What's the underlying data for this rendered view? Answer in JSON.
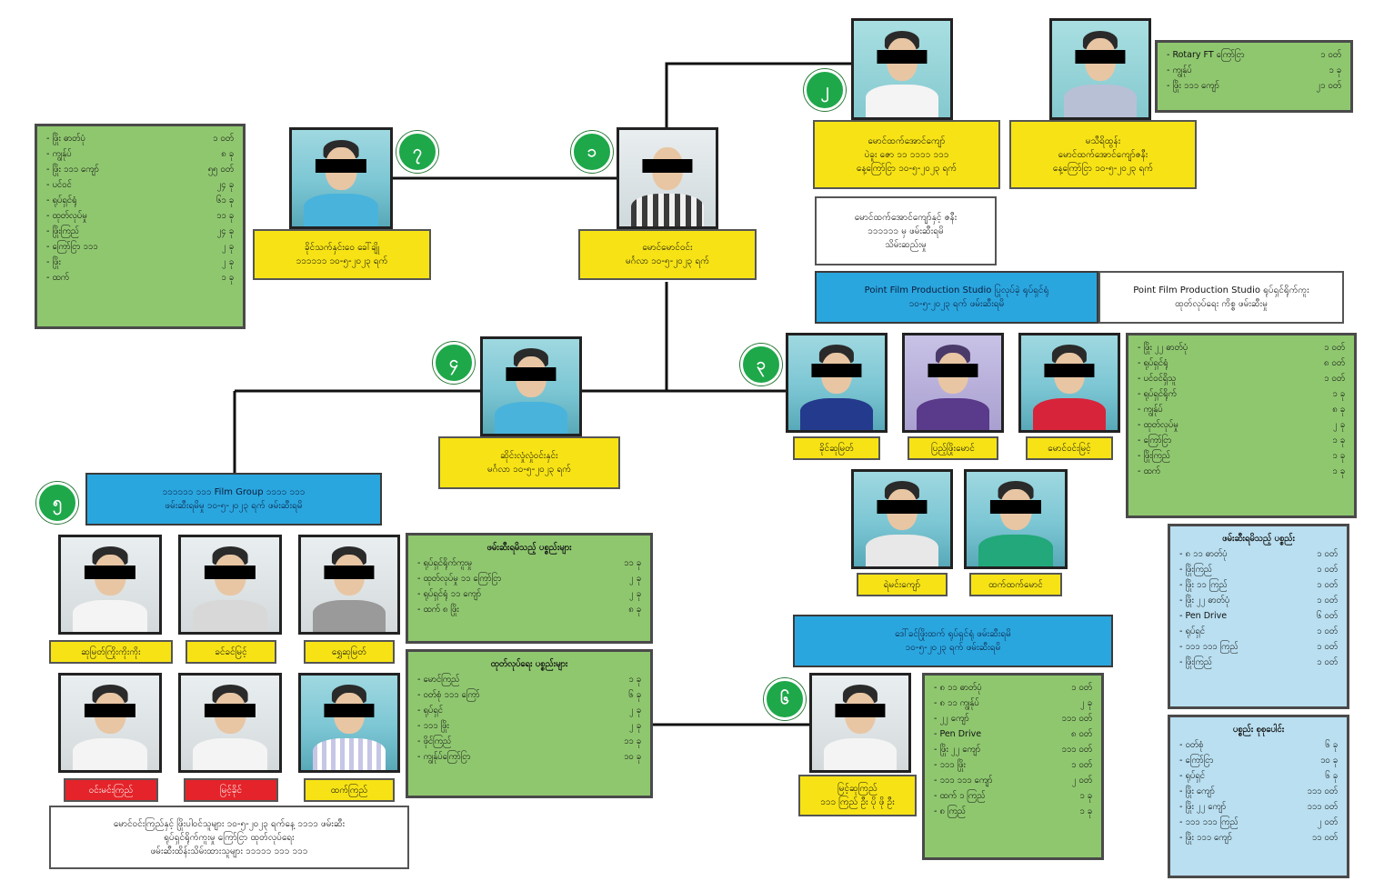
{
  "badges": {
    "b1": "၁",
    "b2": "၂",
    "b3": "၃",
    "b4": "၄",
    "b5": "၅",
    "b6": "၆",
    "b7": "၇"
  },
  "colors": {
    "yellow": "#f7e315",
    "green": "#8fc76f",
    "blue": "#2aa6df",
    "light_blue": "#b9dff0",
    "red": "#e4242a",
    "badge": "#1ea84a"
  },
  "center": {
    "name": "မောင်မောင်ဝင်း",
    "line2": "မင်္ဂလာ ၁၀-၅-၂၀၂၃ ရက်"
  },
  "left_person": {
    "name": "ခိုင်သက်နှင်းဝေ ခေါ်ချို",
    "line2": "၁၁၁၁၁၁ ၁၀-၅-၂၀၂၃ ရက်"
  },
  "top_left": {
    "name": "မောင်ထက်အောင်ကျော်",
    "line2": "ပဲခူး ဇော ၁၁ ၁၁၁၁ ၁၁၁",
    "line3": "နေ့ကြော်ငြာ ၁၀-၅-၂၀၂၃ ရက်"
  },
  "top_right": {
    "name": "မသီရိထွန်း",
    "line2": "မောင်ထက်အောင်ကျော်ဇနီး",
    "line3": "နေ့ကြော်ငြာ ၁၀-၅-၂၀၂၃ ရက်"
  },
  "white_note_top": {
    "l1": "မောင်ထက်အောင်ကျော်နှင့် ဇနီး",
    "l2": "၁၁၁၁၁၁ မှ ဖမ်းဆီးရမိ",
    "l3": "သိမ်းဆည်းမှု"
  },
  "blue_studio": {
    "l1": "Point Film Production Studio ပြုလုပ်ခဲ့ ရုပ်ရှင်ရုံ",
    "l2": "၁၀-၅-၂၀၂၃ ရက် ဖမ်းဆီးရမိ"
  },
  "white_studio": {
    "l1": "Point Film Production Studio ရုပ်ရှင်ရိုက်ကူး",
    "l2": "ထုတ်လုပ်ရေး ကိစ္စ ဖမ်းဆီးမှု"
  },
  "fourth_person": {
    "name": "ဆိုင်းလှုံလှုံဝင်းနှင်း",
    "line2": "မင်္ဂလာ ၁၀-၅-၂၀၂၃ ရက်"
  },
  "blue_group5": {
    "l1": "၁၁၁၁၁၁ ၁၁၁ Film Group ၁၁၁၁ ၁၁၁",
    "l2": "ဖမ်းဆီးရမိမှု ၁၀-၅-၂၀၂၃ ရက် ဖမ်းဆီးရမိ"
  },
  "blue_group6": {
    "l1": "ဒေါ်ခင်ဖြိုးထက် ရုပ်ရှင်ရုံ ဖမ်းဆီးရမိ",
    "l2": "၁၀-၅-၂၀၂၃ ရက် ဖမ်းဆီးရမိ"
  },
  "actors_labels": [
    "ခိုင်ဆုမြတ်",
    "ပြည့်ဖြိုးမောင်",
    "မောင်ဝင်းမြင့်",
    "ရဲမင်းကျော်",
    "ထက်ထက်မောင်"
  ],
  "group5_labels": [
    "ဆုမြတ်ကြိုးကိုးကိုး",
    "ခင်ခင်မြင့်",
    "ရွှေဆုမြတ်",
    "ဝင်းမင်းကြည်",
    "မြင့်ခိုင်",
    "ထက်ကြည်"
  ],
  "person6": {
    "name": "မြင့်ဆုကြည်",
    "line2": "၁၁၁ ကြည် ဦး ပို ဖို ဦး"
  },
  "bottom_note": {
    "l1": "မောင်ဝင်းကြည်နှင့် ဖြိုးပါဝင်သူများ ၁၀-၅-၂၀၂၃ ရက်နေ့ ၁၁၁၁ ဖမ်းဆီး",
    "l2": "ရုပ်ရှင်ရိုက်ကူးမှု ကြော်ငြာ ထုတ်လုပ်ရေး",
    "l3": "ဖမ်းဆီးထိန်းသိမ်းထားသူများ ၁၁၁၁၁ ၁၁၁ ၁၁၁"
  },
  "panel_left": {
    "rows": [
      [
        "ဖြိုး ဓာတ်ပုံ",
        "၁ ဝတ်"
      ],
      [
        "ကျွန်ုပ်",
        "၈ ခု"
      ],
      [
        "ဖြိုး ၁၁၁ ကျော်",
        "၅၅ ဝတ်"
      ],
      [
        "ပင်ဝင်",
        "၂၄ ခု"
      ],
      [
        "ရုပ်ရှင်ရုံ",
        "၆၁ ခု"
      ],
      [
        "ထုတ်လုပ်မှု",
        "၁၁ ခု"
      ],
      [
        "ဖြိုးကြည်",
        "၂၄ ခု"
      ],
      [
        "ကြော်ငြာ ၁၁၁",
        "၂ ခု"
      ],
      [
        "ဖြိုး",
        "၂ ခု"
      ],
      [
        "ထက်",
        "၁ ခု"
      ]
    ]
  },
  "panel_topright": {
    "rows": [
      [
        "Rotary FT ကြော်ငြာ",
        "၁ ဝတ်"
      ],
      [
        "ကျွန်ုပ်",
        "၁ ခု"
      ],
      [
        "ဖြိုး ၁၁၁ ကျော်",
        "၂၁ ဝတ်"
      ]
    ]
  },
  "panel_right_mid": {
    "rows": [
      [
        "ဖြိုး ၂၂ ဓာတ်ပုံ",
        "၁ ဝတ်"
      ],
      [
        "ရုပ်ရှင်ရုံ",
        "၈ ဝတ်"
      ],
      [
        "ပင်ဝင်ရှိသူ",
        "၁ ဝတ်"
      ],
      [
        "ရုပ်ရှင်ရိုက်",
        "၁ ခု"
      ],
      [
        "ကျွန်ုပ်",
        "၈ ခု"
      ],
      [
        "ထုတ်လုပ်မှု",
        "၂ ခု"
      ],
      [
        "ကြော်ငြာ",
        "၁ ခု"
      ],
      [
        "ဖြိုးကြည်",
        "၁ ခု"
      ],
      [
        "ထက်",
        "၁ ခု"
      ]
    ]
  },
  "panel_group5_a": {
    "title": "ဖမ်းဆီးရမိသည့် ပစ္စည်းများ",
    "rows": [
      [
        "ရုပ်ရှင်ရိုက်ကူးမှု",
        "၁၁ ခု"
      ],
      [
        "ထုတ်လုပ်မှု ၁၁ ကြော်ငြာ",
        "၂ ခု"
      ],
      [
        "ရုပ်ရှင်ရုံ ၁၁ ကျော်",
        "၂ ခု"
      ],
      [
        "ထက် ၈ ဖြိုး",
        "၈ ခု"
      ]
    ]
  },
  "panel_group5_b": {
    "title": "ထုတ်လုပ်ရေး ပစ္စည်းများ",
    "rows": [
      [
        "မောင်ကြည်",
        "၁ ခု"
      ],
      [
        "ဝတ်စုံ ၁၁၁ ကြော်",
        "၆ ခု"
      ],
      [
        "ရုပ်ရှင်",
        "၂ ခု"
      ],
      [
        "၁၁၁ ဖြိုး",
        "၂ ခု"
      ],
      [
        "ဖိုင်ကြည်",
        "၁၁ ခု"
      ],
      [
        "ကျွန်ုပ်ကြော်ငြာ",
        "၁၀ ခု"
      ]
    ]
  },
  "panel_p6": {
    "rows": [
      [
        "၈ ၁၁ ဓာတ်ပုံ",
        "၁ ဝတ်"
      ],
      [
        "၈ ၁၁ ကျွန်ုပ်",
        "၂ ခု"
      ],
      [
        "၂၂ ကျော်",
        "၁၁၁ ဝတ်"
      ],
      [
        "Pen Drive",
        "၈ ဝတ်"
      ],
      [
        "ဖြိုး ၂၂ ကျော်",
        "၁၁၁ ဝတ်"
      ],
      [
        "၁၁၁ ဖြိုး",
        "၁ ဝတ်"
      ],
      [
        "၁၁၁ ၁၁၁ ကျော်",
        "၂ ဝတ်"
      ],
      [
        "ထက် ၁ ကြည်",
        "၁ ခု"
      ],
      [
        "၈ ကြည်",
        "၁ ခု"
      ]
    ]
  },
  "panel_lb1": {
    "title": "ဖမ်းဆီးရမိသည့် ပစ္စည်း",
    "rows": [
      [
        "၈ ၁၁ ဓာတ်ပုံ",
        "၁ ဝတ်"
      ],
      [
        "ဖြိုးကြည်",
        "၁ ဝတ်"
      ],
      [
        "ဖြိုး ၁၁ ကြည်",
        "၁ ဝတ်"
      ],
      [
        "ဖြိုး ၂၂ ဓာတ်ပုံ",
        "၁ ဝတ်"
      ],
      [
        "Pen Drive",
        "၆ ဝတ်"
      ],
      [
        "ရုပ်ရှင်",
        "၁ ဝတ်"
      ],
      [
        "၁၁၁ ၁၁၁ ကြည်",
        "၁ ဝတ်"
      ],
      [
        "ဖြိုးကြည်",
        "၁ ဝတ်"
      ]
    ]
  },
  "panel_lb2": {
    "title": "ပစ္စည်း စုစုပေါင်း",
    "rows": [
      [
        "ဝတ်စုံ",
        "၆ ခု"
      ],
      [
        "ကြော်ငြာ",
        "၁၀ ခု"
      ],
      [
        "ရုပ်ရှင်",
        "၆ ခု"
      ],
      [
        "ဖြိုး ကျော်",
        "၁၁၁ ဝတ်"
      ],
      [
        "ဖြိုး ၂၂ ကျော်",
        "၁၁၁ ဝတ်"
      ],
      [
        "၁၁၁ ၁၁၁ ကြည်",
        "၂ ဝတ်"
      ],
      [
        "ဖြိုး ၁၁၁ ကျော်",
        "၁၁ ဝတ်"
      ]
    ]
  }
}
